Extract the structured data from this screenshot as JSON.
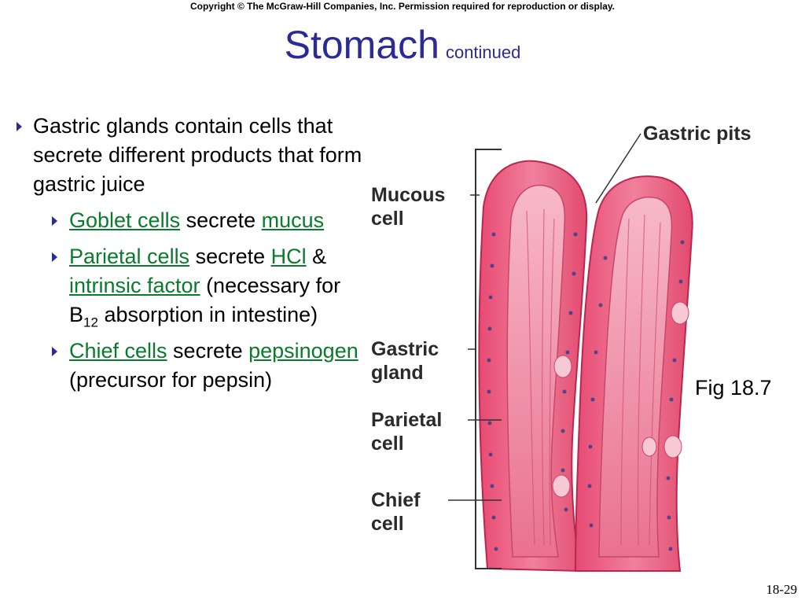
{
  "header": {
    "copyright": "Copyright © The McGraw-Hill Companies, Inc. Permission required for reproduction or display."
  },
  "title": {
    "main": "Stomach",
    "sub": "continued"
  },
  "bullets": {
    "intro": "Gastric glands contain cells that secrete different products that form gastric juice",
    "goblet": {
      "term": "Goblet cells",
      "verb": " secrete ",
      "product": "mucus"
    },
    "parietal": {
      "term": "Parietal cells",
      "verb": " secrete ",
      "product1": "HCl",
      "amp": " & ",
      "product2": "intrinsic factor",
      "note_pre": " (necessary for B",
      "note_sub": "12",
      "note_post": " absorption in intestine)"
    },
    "chief": {
      "term": "Chief cells",
      "verb": " secrete ",
      "product": "pepsinogen",
      "note": " (precursor for pepsin)"
    }
  },
  "figure": {
    "labels": {
      "gastric_pits": "Gastric pits",
      "mucous_cell_1": "Mucous",
      "mucous_cell_2": "cell",
      "gastric_gland_1": "Gastric",
      "gastric_gland_2": "gland",
      "parietal_cell_1": "Parietal",
      "parietal_cell_2": "cell",
      "chief_cell_1": "Chief",
      "chief_cell_2": "cell"
    },
    "caption": "Fig 18.7"
  },
  "footer": {
    "slide_number": "18-29"
  },
  "colors": {
    "title": "#2b2b96",
    "term": "#0a7a2c",
    "tissue": "#e8557a",
    "nucleus": "#3a3f8a"
  },
  "icons": {
    "bullet": "triangle-right-icon"
  }
}
